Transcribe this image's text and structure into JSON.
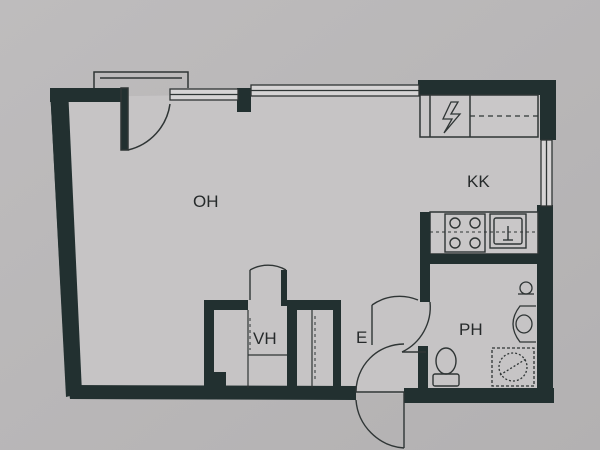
{
  "colors": {
    "paper": "#b9b7b8",
    "floor": "#c8c6c7",
    "wall": "#223030",
    "line": "#2f3535"
  },
  "rooms": {
    "oh": "OH",
    "kk": "KK",
    "vh": "VH",
    "e": "E",
    "ph": "PH"
  },
  "icons": {
    "electrical_panel": "lightning-bolt-icon",
    "stove": "stove-icon",
    "kitchen_sink": "sink-icon",
    "wash_basin": "basin-icon",
    "shower": "shower-icon",
    "toilet": "toilet-icon"
  }
}
